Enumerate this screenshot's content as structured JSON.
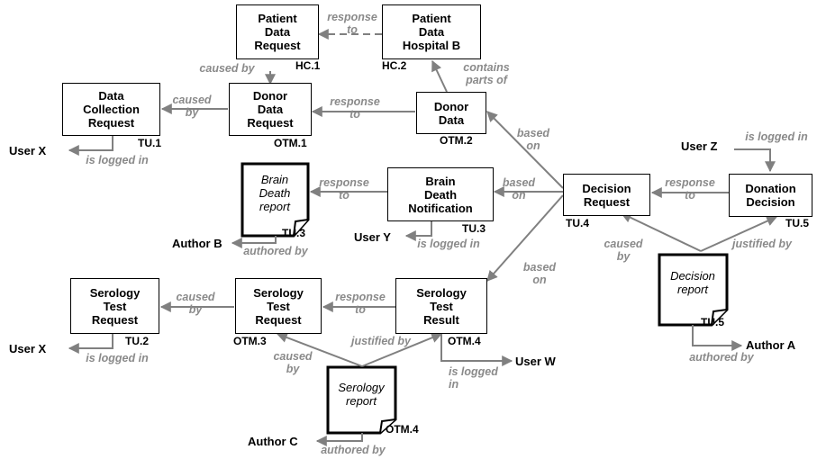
{
  "nodes": {
    "patient_data_request": "Patient\nData\nRequest",
    "patient_data_hospital_b": "Patient\nData\nHospital B",
    "data_collection_request": "Data\nCollection\nRequest",
    "donor_data_request": "Donor\nData\nRequest",
    "donor_data": "Donor\nData",
    "brain_death_notification": "Brain\nDeath\nNotification",
    "decision_request": "Decision\nRequest",
    "donation_decision": "Donation\nDecision",
    "serology_test_request_a": "Serology\nTest\nRequest",
    "serology_test_request_b": "Serology\nTest\nRequest",
    "serology_test_result": "Serology\nTest\nResult"
  },
  "documents": {
    "brain_death_report": "Brain\nDeath\nreport",
    "decision_report": "Decision\nreport",
    "serology_report": "Serology\nreport"
  },
  "tags": {
    "hc1": "HC.1",
    "hc2": "HC.2",
    "tu1": "TU.1",
    "otm1": "OTM.1",
    "otm2": "OTM.2",
    "tu3_report": "TU.3",
    "tu3_notification": "TU.3",
    "tu4": "TU.4",
    "tu5_decision": "TU.5",
    "tu5_report": "TU.5",
    "tu2": "TU.2",
    "otm3": "OTM.3",
    "otm4_result": "OTM.4",
    "otm4_report": "OTM.4"
  },
  "users": {
    "user_x_top": "User X",
    "user_x_bottom": "User X",
    "user_y": "User Y",
    "user_z": "User Z",
    "user_w": "User W",
    "author_a": "Author A",
    "author_b": "Author B",
    "author_c": "Author C"
  },
  "edge_labels": {
    "response_to_patient": "response\nto",
    "caused_by_hc1": "caused by",
    "contains_parts_of": "contains\nparts of",
    "caused_by_dcr": "caused\nby",
    "response_to_donor": "response\nto",
    "is_logged_in_x_top": "is logged in",
    "based_on_donor": "based\non",
    "response_to_brain": "response\nto",
    "based_on_brain": "based\non",
    "authored_by_b": "authored by",
    "is_logged_in_y": "is logged in",
    "is_logged_in_z": "is logged in",
    "response_to_decision": "response\nto",
    "caused_by_decision": "caused\nby",
    "justified_by_decision": "justified by",
    "authored_by_a": "authored by",
    "based_on_serology": "based\non",
    "caused_by_serology": "caused\nby",
    "response_to_serology": "response\nto",
    "is_logged_in_x_bottom": "is logged in",
    "caused_by_otm3": "caused\nby",
    "justified_by_serology": "justified by",
    "is_logged_in_w": "is logged\nin",
    "authored_by_c": "authored by"
  }
}
